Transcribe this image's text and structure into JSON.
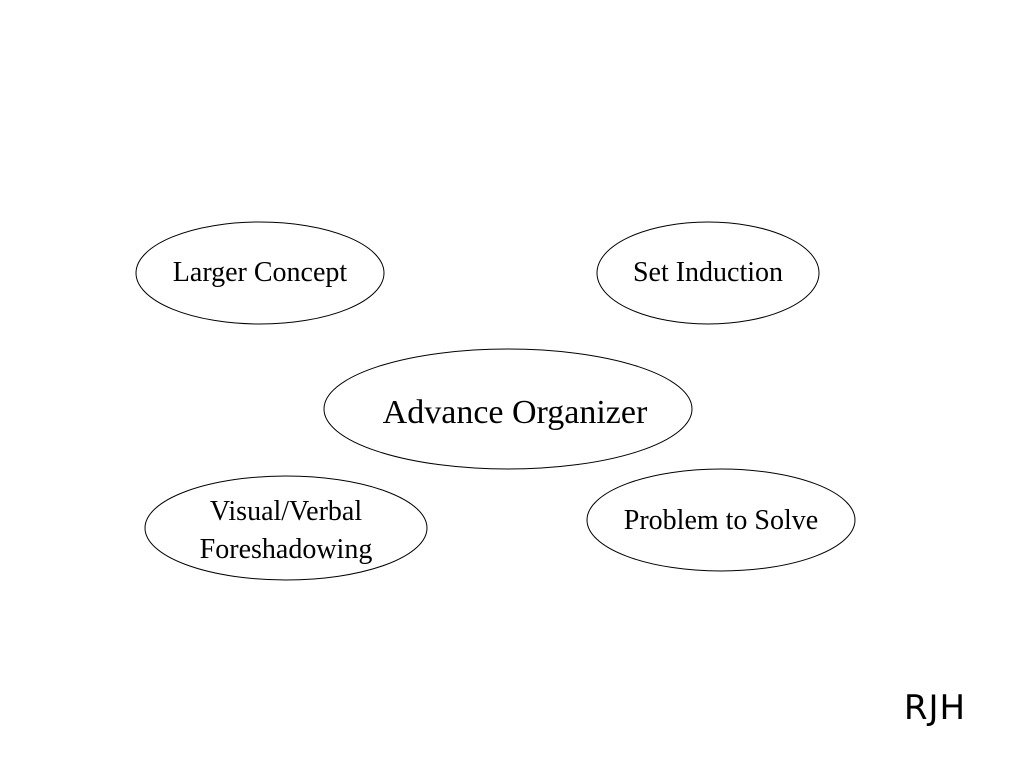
{
  "diagram": {
    "nodes": {
      "larger_concept": "Larger Concept",
      "set_induction": "Set Induction",
      "advance_organizer": "Advance Organizer",
      "visual_verbal": "Visual/Verbal Foreshadowing",
      "problem_to_solve": "Problem to Solve"
    }
  },
  "footer": {
    "initials": "RJH"
  },
  "colors": {
    "stroke": "#000000",
    "background": "#ffffff"
  }
}
